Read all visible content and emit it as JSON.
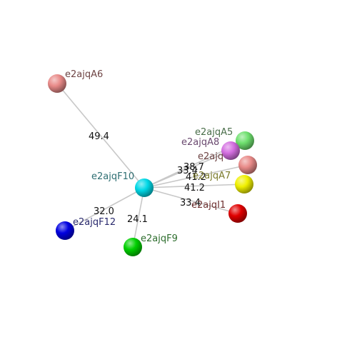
{
  "nodes": [
    {
      "id": "F10",
      "label": "e2ajqF10",
      "color": "#00d8e6",
      "label_color": "#2f6f73"
    },
    {
      "id": "A6",
      "label": "e2ajqA6",
      "color": "#e88a88",
      "label_color": "#6e4444"
    },
    {
      "id": "A5",
      "label": "e2ajqA5",
      "color": "#6ee06e",
      "label_color": "#4a6e4a"
    },
    {
      "id": "A8",
      "label": "e2ajqA8",
      "color": "#d36ee0",
      "label_color": "#6b4a70"
    },
    {
      "id": "Ax",
      "label": "e2ajq",
      "color": "#e88a88",
      "label_color": "#6e4444"
    },
    {
      "id": "A7",
      "label": "e2ajqA7",
      "color": "#f0f000",
      "label_color": "#7a7a2a"
    },
    {
      "id": "I1",
      "label": "e2ajqI1",
      "color": "#e00000",
      "label_color": "#6e3030"
    },
    {
      "id": "F12",
      "label": "e2ajqF12",
      "color": "#0000e0",
      "label_color": "#2a2a6e"
    },
    {
      "id": "F9",
      "label": "e2ajqF9",
      "color": "#00d000",
      "label_color": "#2e6e2e"
    }
  ],
  "edges": [
    {
      "from": "F10",
      "to": "A6",
      "label": "49.4"
    },
    {
      "from": "F10",
      "to": "A5",
      "label": "38.7"
    },
    {
      "from": "F10",
      "to": "A8",
      "label": "33.4"
    },
    {
      "from": "F10",
      "to": "Ax",
      "label": "41.2"
    },
    {
      "from": "F10",
      "to": "A7",
      "label": "41.2"
    },
    {
      "from": "F10",
      "to": "I1",
      "label": "33.4"
    },
    {
      "from": "F10",
      "to": "F12",
      "label": "32.0"
    },
    {
      "from": "F10",
      "to": "F9",
      "label": "24.1"
    }
  ]
}
